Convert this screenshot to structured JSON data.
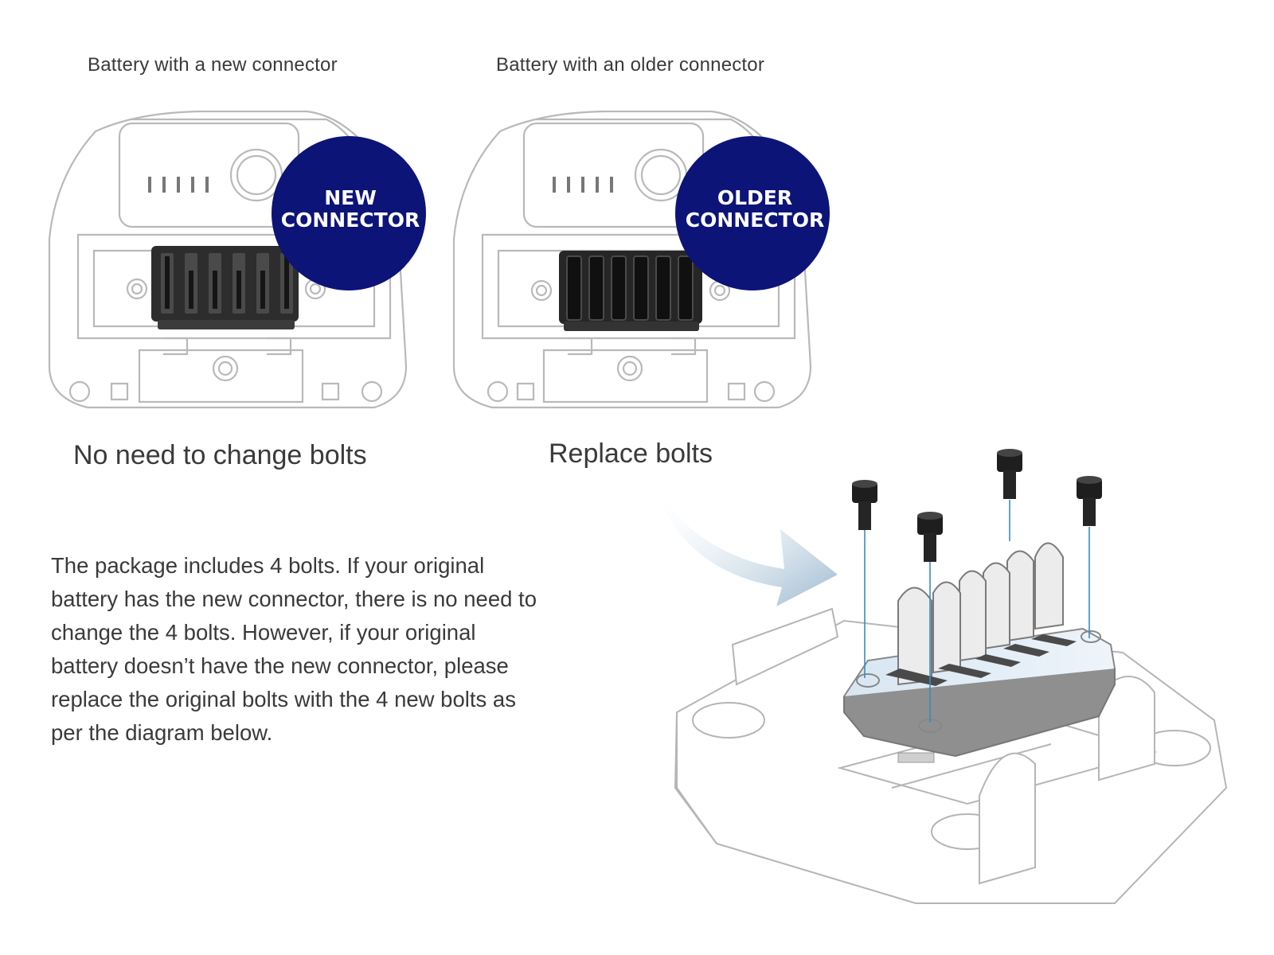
{
  "left_panel": {
    "heading": "Battery with a new connector",
    "badge_line1": "NEW",
    "badge_line2": "CONNECTOR",
    "caption": "No need to change bolts"
  },
  "right_panel": {
    "heading": "Battery with an older connector",
    "badge_line1": "OLDER",
    "badge_line2": "CONNECTOR",
    "caption": "Replace bolts"
  },
  "instructions": {
    "lines": [
      "The package includes 4 bolts. If your original",
      "battery has the new connector, there is no need to",
      "change the 4 bolts. However, if your original",
      "battery doesn’t have the new connector, please",
      "replace the original bolts with the 4 new bolts as",
      "per the diagram below."
    ]
  },
  "colors": {
    "badge": "#0c1478",
    "outline": "#b9b9b9",
    "connector": "#2a2a2a",
    "arrow": "#a9c3d6"
  }
}
